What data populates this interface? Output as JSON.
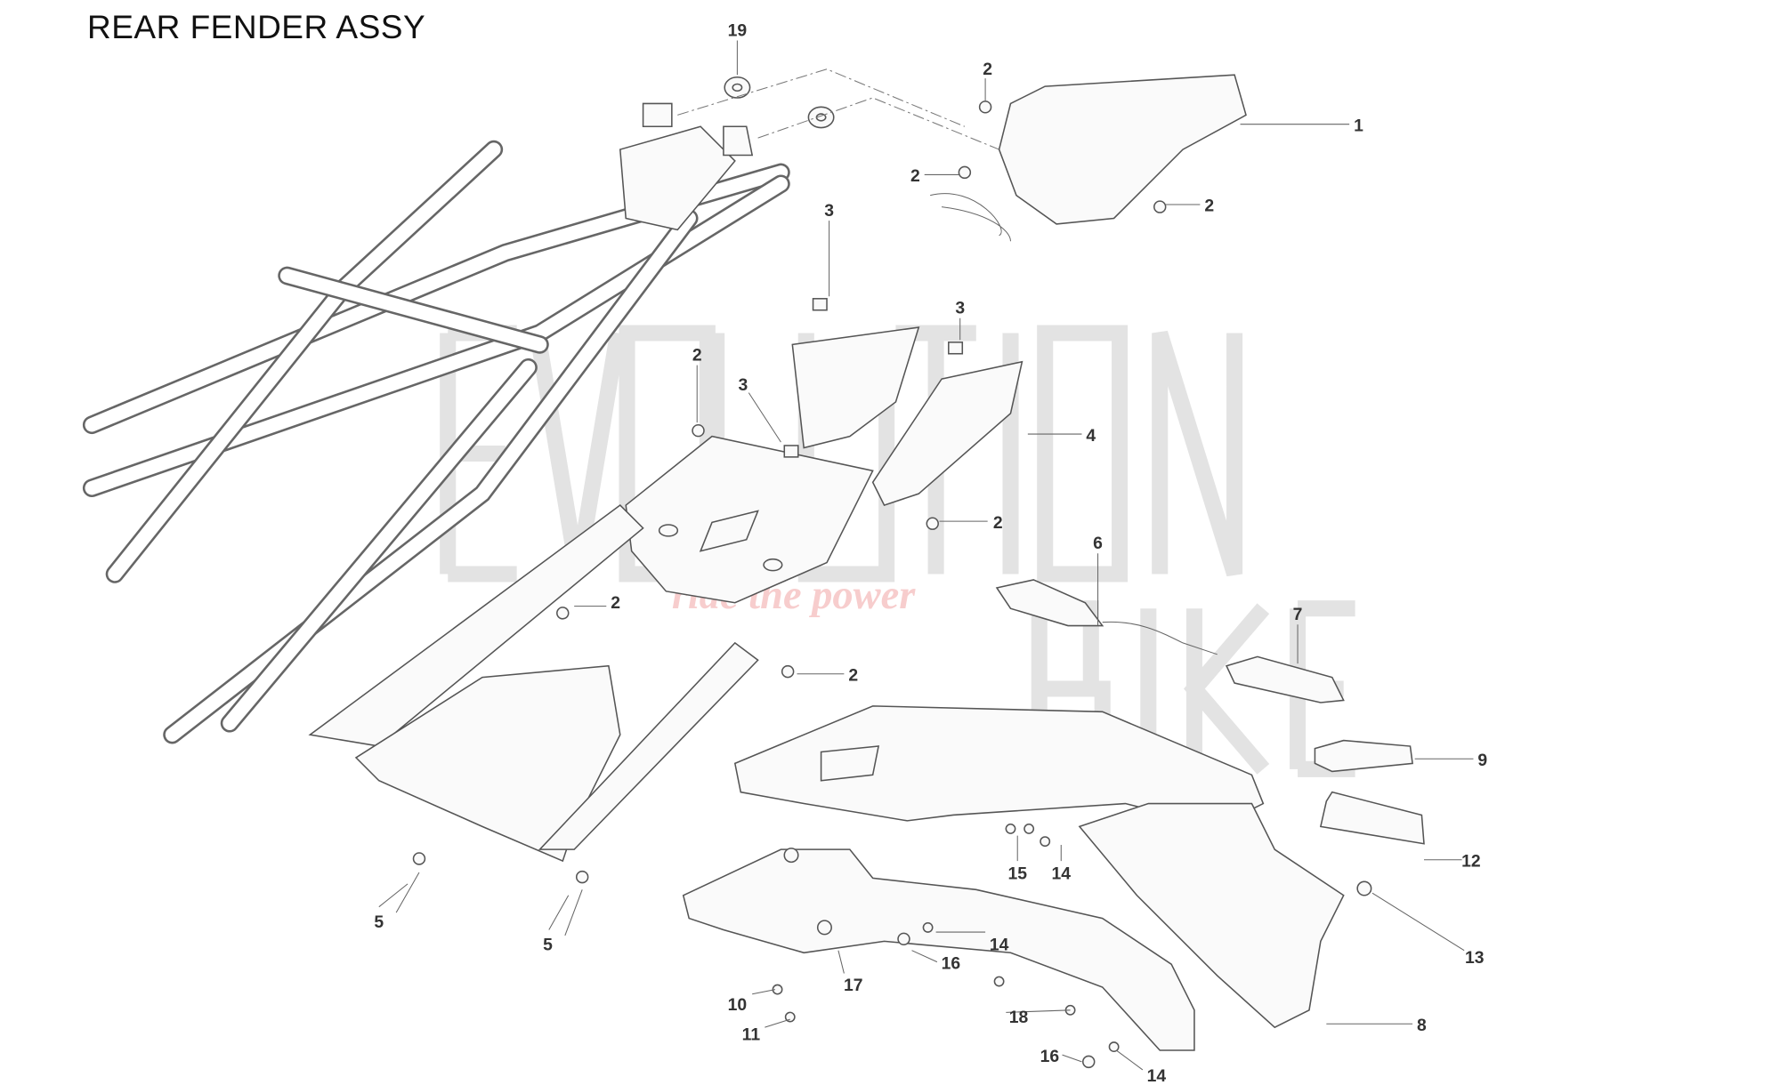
{
  "title": "REAR FENDER ASSY",
  "watermark": {
    "brand": "EVOLUTION BIKE",
    "slogan": "ride the power"
  },
  "callouts": [
    {
      "num": "19"
    },
    {
      "num": "2"
    },
    {
      "num": "1"
    },
    {
      "num": "2"
    },
    {
      "num": "2"
    },
    {
      "num": "3"
    },
    {
      "num": "3"
    },
    {
      "num": "2"
    },
    {
      "num": "3"
    },
    {
      "num": "4"
    },
    {
      "num": "2"
    },
    {
      "num": "6"
    },
    {
      "num": "2"
    },
    {
      "num": "7"
    },
    {
      "num": "2"
    },
    {
      "num": "9"
    },
    {
      "num": "12"
    },
    {
      "num": "15"
    },
    {
      "num": "14"
    },
    {
      "num": "13"
    },
    {
      "num": "5"
    },
    {
      "num": "5"
    },
    {
      "num": "14"
    },
    {
      "num": "16"
    },
    {
      "num": "17"
    },
    {
      "num": "10"
    },
    {
      "num": "8"
    },
    {
      "num": "18"
    },
    {
      "num": "11"
    },
    {
      "num": "16"
    },
    {
      "num": "14"
    }
  ]
}
